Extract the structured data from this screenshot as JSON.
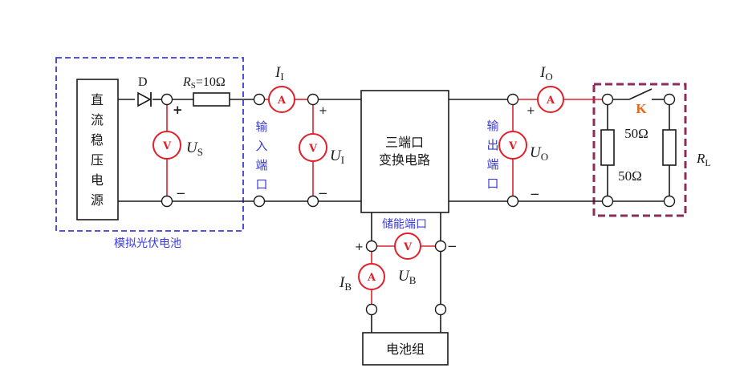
{
  "source_block": {
    "chars": [
      "直",
      "流",
      "稳",
      "压",
      "电",
      "源"
    ],
    "caption": "模拟光伏电池"
  },
  "diode_label": "D",
  "rs_label": {
    "sym": "R",
    "sub": "S",
    "val": "=10Ω"
  },
  "us_label": {
    "sym": "U",
    "sub": "S"
  },
  "input_port": {
    "current": {
      "sym": "I",
      "sub": "I"
    },
    "voltage": {
      "sym": "U",
      "sub": "I"
    },
    "chars": [
      "输",
      "入",
      "端",
      "口"
    ]
  },
  "converter": {
    "line1": "三端口",
    "line2": "变换电路"
  },
  "output_port": {
    "current": {
      "sym": "I",
      "sub": "O"
    },
    "voltage": {
      "sym": "U",
      "sub": "O"
    },
    "chars": [
      "输",
      "出",
      "端",
      "口"
    ]
  },
  "storage_port": {
    "label": "储能端口",
    "current": {
      "sym": "I",
      "sub": "B"
    },
    "voltage": {
      "sym": "U",
      "sub": "B"
    }
  },
  "battery_label": "电池组",
  "load": {
    "switch": "K",
    "r_top": "50Ω",
    "r_bottom": "50Ω",
    "name": {
      "sym": "R",
      "sub": "L"
    }
  },
  "signs": {
    "plus": "+",
    "minus": "−"
  },
  "meters": {
    "ammeter": "A",
    "voltmeter": "V"
  },
  "colors": {
    "wire": "#1a1a1a",
    "meter": "#e0202a",
    "dashed_source": "#3b3bdc",
    "dashed_load": "#8b2c5c",
    "port_text": "#3b3bdc",
    "switch_label": "#e8681a"
  }
}
